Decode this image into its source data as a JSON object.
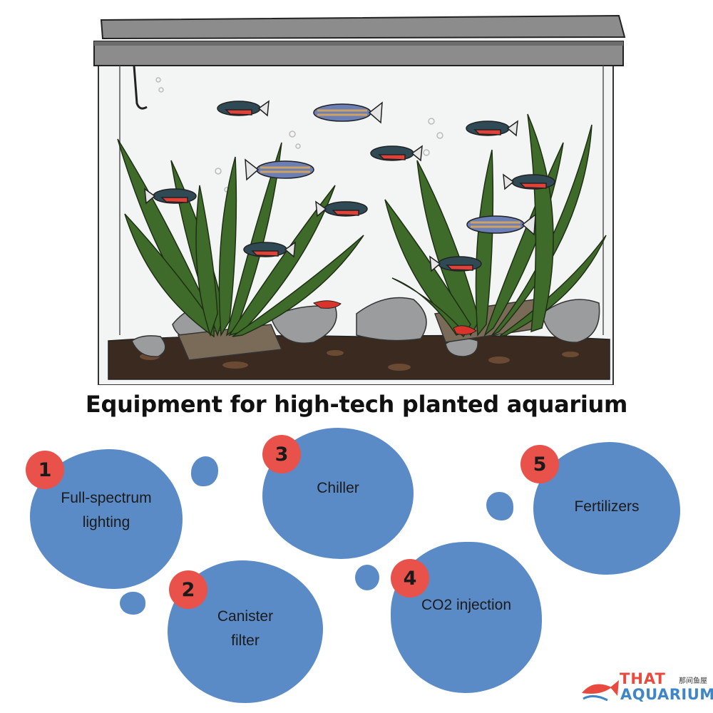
{
  "title": "Equipment for high-tech planted aquarium",
  "colors": {
    "blob": "#5b8bc6",
    "badge": "#e8524b",
    "soil": "#3a2a20",
    "plant": "#3f6b2a"
  },
  "items": [
    {
      "number": "1",
      "line1": "Full-spectrum",
      "line2": "lighting"
    },
    {
      "number": "2",
      "line1": "Canister",
      "line2": "filter"
    },
    {
      "number": "3",
      "line1": "Chiller",
      "line2": ""
    },
    {
      "number": "4",
      "line1": "CO2 injection",
      "line2": ""
    },
    {
      "number": "5",
      "line1": "Fertilizers",
      "line2": ""
    }
  ],
  "logo": {
    "line1": "THAT",
    "line2": "AQUARIUM",
    "chinese": "那间鱼屋",
    "icon": "fish-logo-icon"
  },
  "illustration": {
    "icon": "aquarium-tank-illustration"
  }
}
